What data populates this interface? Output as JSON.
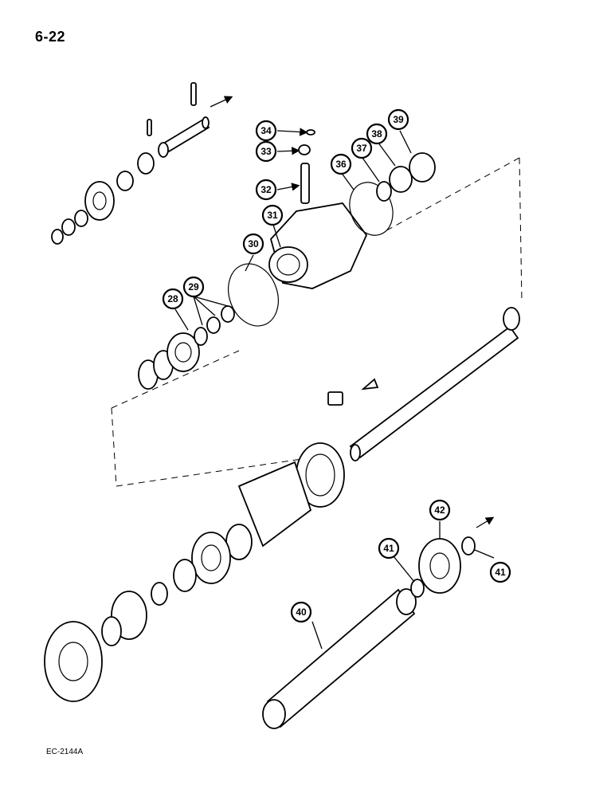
{
  "page": {
    "number": "6-22",
    "figure_code": "EC-2144A"
  },
  "callouts": {
    "c28": "28",
    "c29": "29",
    "c30": "30",
    "c31": "31",
    "c32": "32",
    "c33": "33",
    "c34": "34",
    "c36": "36",
    "c37": "37",
    "c38": "38",
    "c39": "39",
    "c40": "40",
    "c41a": "41",
    "c41b": "41",
    "c42": "42"
  }
}
